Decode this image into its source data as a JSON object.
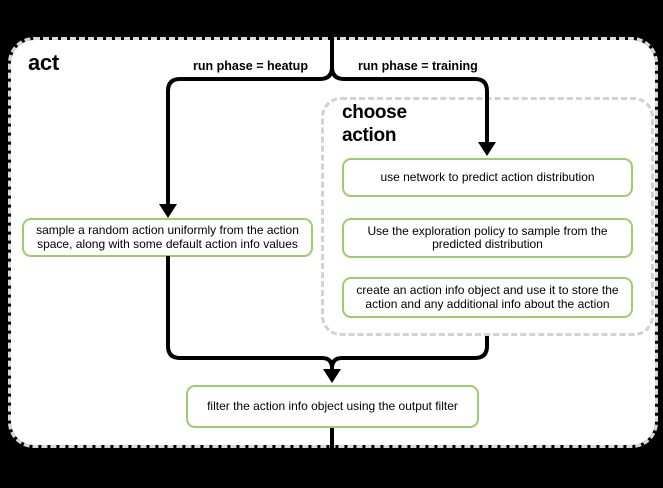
{
  "colors": {
    "background": "#000000",
    "surface": "#ffffff",
    "container_border": "#d9d9d9",
    "group_border": "#d2d2d2",
    "node_border": "#9dcb6e",
    "connector": "#000000",
    "text": "#000000"
  },
  "diagram": {
    "title": "act",
    "branch_labels": {
      "heatup": "run phase = heatup",
      "training": "run phase = training"
    },
    "group": {
      "title": "choose action"
    },
    "nodes": {
      "sample_random": "sample a random action uniformly from the action space, along with some default action info values",
      "use_network": "use network to predict action distribution",
      "exploration": "Use the exploration policy to sample from the predicted distribution",
      "create_info": "create an action info object and use it to store the action and any additional info about the action",
      "filter": "filter the action info object using the output filter"
    }
  }
}
